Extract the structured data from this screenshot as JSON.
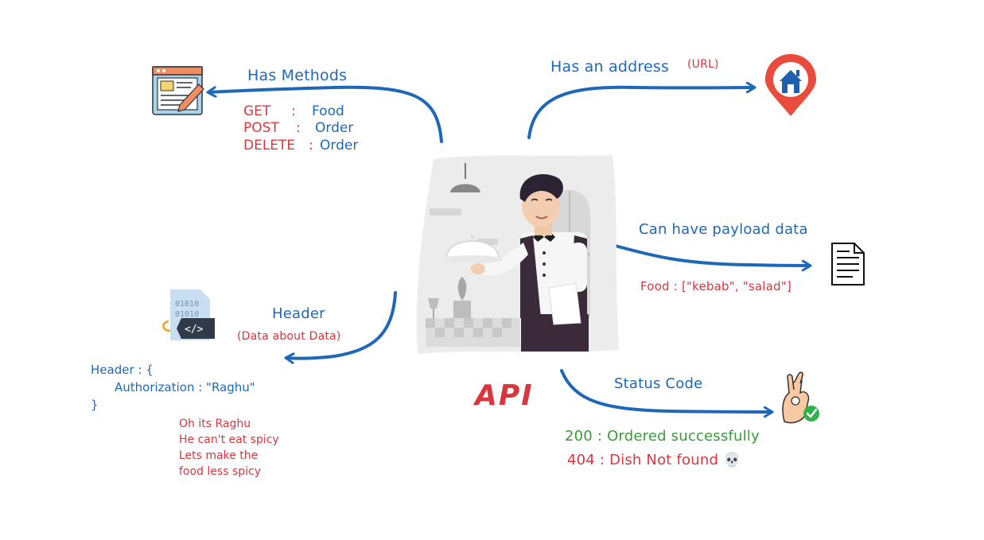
{
  "center": {
    "label": "API"
  },
  "methods": {
    "title": "Has Methods",
    "items": [
      {
        "verb": "GET",
        "sep": ":",
        "target": "Food"
      },
      {
        "verb": "POST",
        "sep": ":",
        "target": "Order"
      },
      {
        "verb": "DELETE",
        "sep": ":",
        "target": "Order"
      }
    ],
    "icon": "document-edit-icon"
  },
  "address": {
    "title": "Has an address",
    "note": "(URL)",
    "icon": "location-home-pin-icon",
    "colors": {
      "pin": "#e74c3c",
      "house": "#1f5fb0"
    }
  },
  "payload": {
    "title": "Can have payload data",
    "example": "Food : [\"kebab\", \"salad\"]",
    "icon": "text-document-icon"
  },
  "header": {
    "title": "Header",
    "subtitle": "(Data about Data)",
    "code": [
      "Header : {",
      "Authorization : \"Raghu\"",
      "}"
    ],
    "note": [
      "Oh its Raghu",
      "He can't eat spicy",
      "Lets make the",
      "food less spicy"
    ],
    "icon": "binary-code-file-icon"
  },
  "status": {
    "title": "Status Code",
    "items": [
      {
        "text": "200 : Ordered successfully",
        "color": "#3a9a3a"
      },
      {
        "text": "404 : Dish Not found",
        "color": "#d9363e",
        "emoji": "💀"
      }
    ],
    "icon": "ok-hand-check-icon"
  },
  "colors": {
    "arrow": "#1f68b7",
    "accent_red": "#d9363e",
    "text_blue": "#1f68b7"
  }
}
